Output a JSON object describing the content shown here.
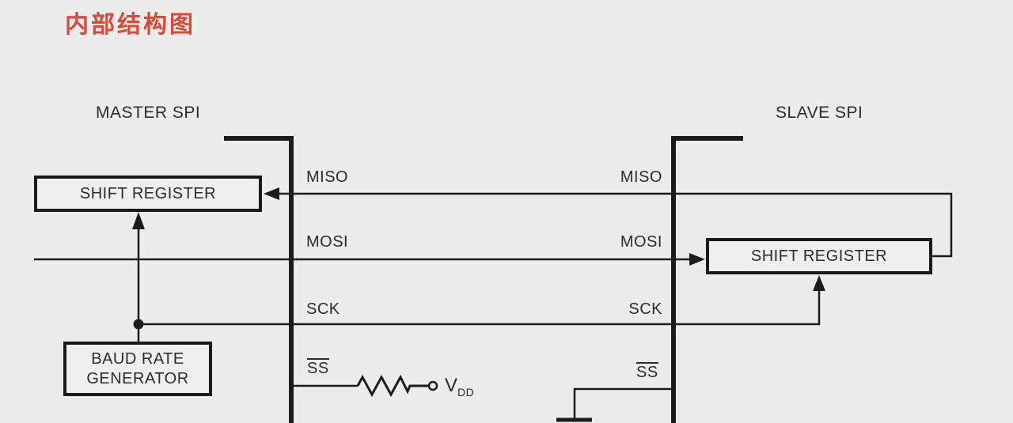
{
  "title": "内部结构图",
  "colors": {
    "background": "#ececec",
    "line": "#1c1c1c",
    "text": "#2b2b2b",
    "title_red": "#d9493a"
  },
  "master": {
    "heading": "MASTER SPI",
    "shift_register_label": "SHIFT REGISTER",
    "baud_rate_line1": "BAUD RATE",
    "baud_rate_line2": "GENERATOR",
    "signals": {
      "miso": "MISO",
      "mosi": "MOSI",
      "sck": "SCK",
      "ss": "SS"
    }
  },
  "slave": {
    "heading": "SLAVE SPI",
    "shift_register_label": "SHIFT REGISTER",
    "signals": {
      "miso": "MISO",
      "mosi": "MOSI",
      "sck": "SCK",
      "ss": "SS"
    }
  },
  "power": {
    "vdd_base": "V",
    "vdd_sub": "DD"
  }
}
